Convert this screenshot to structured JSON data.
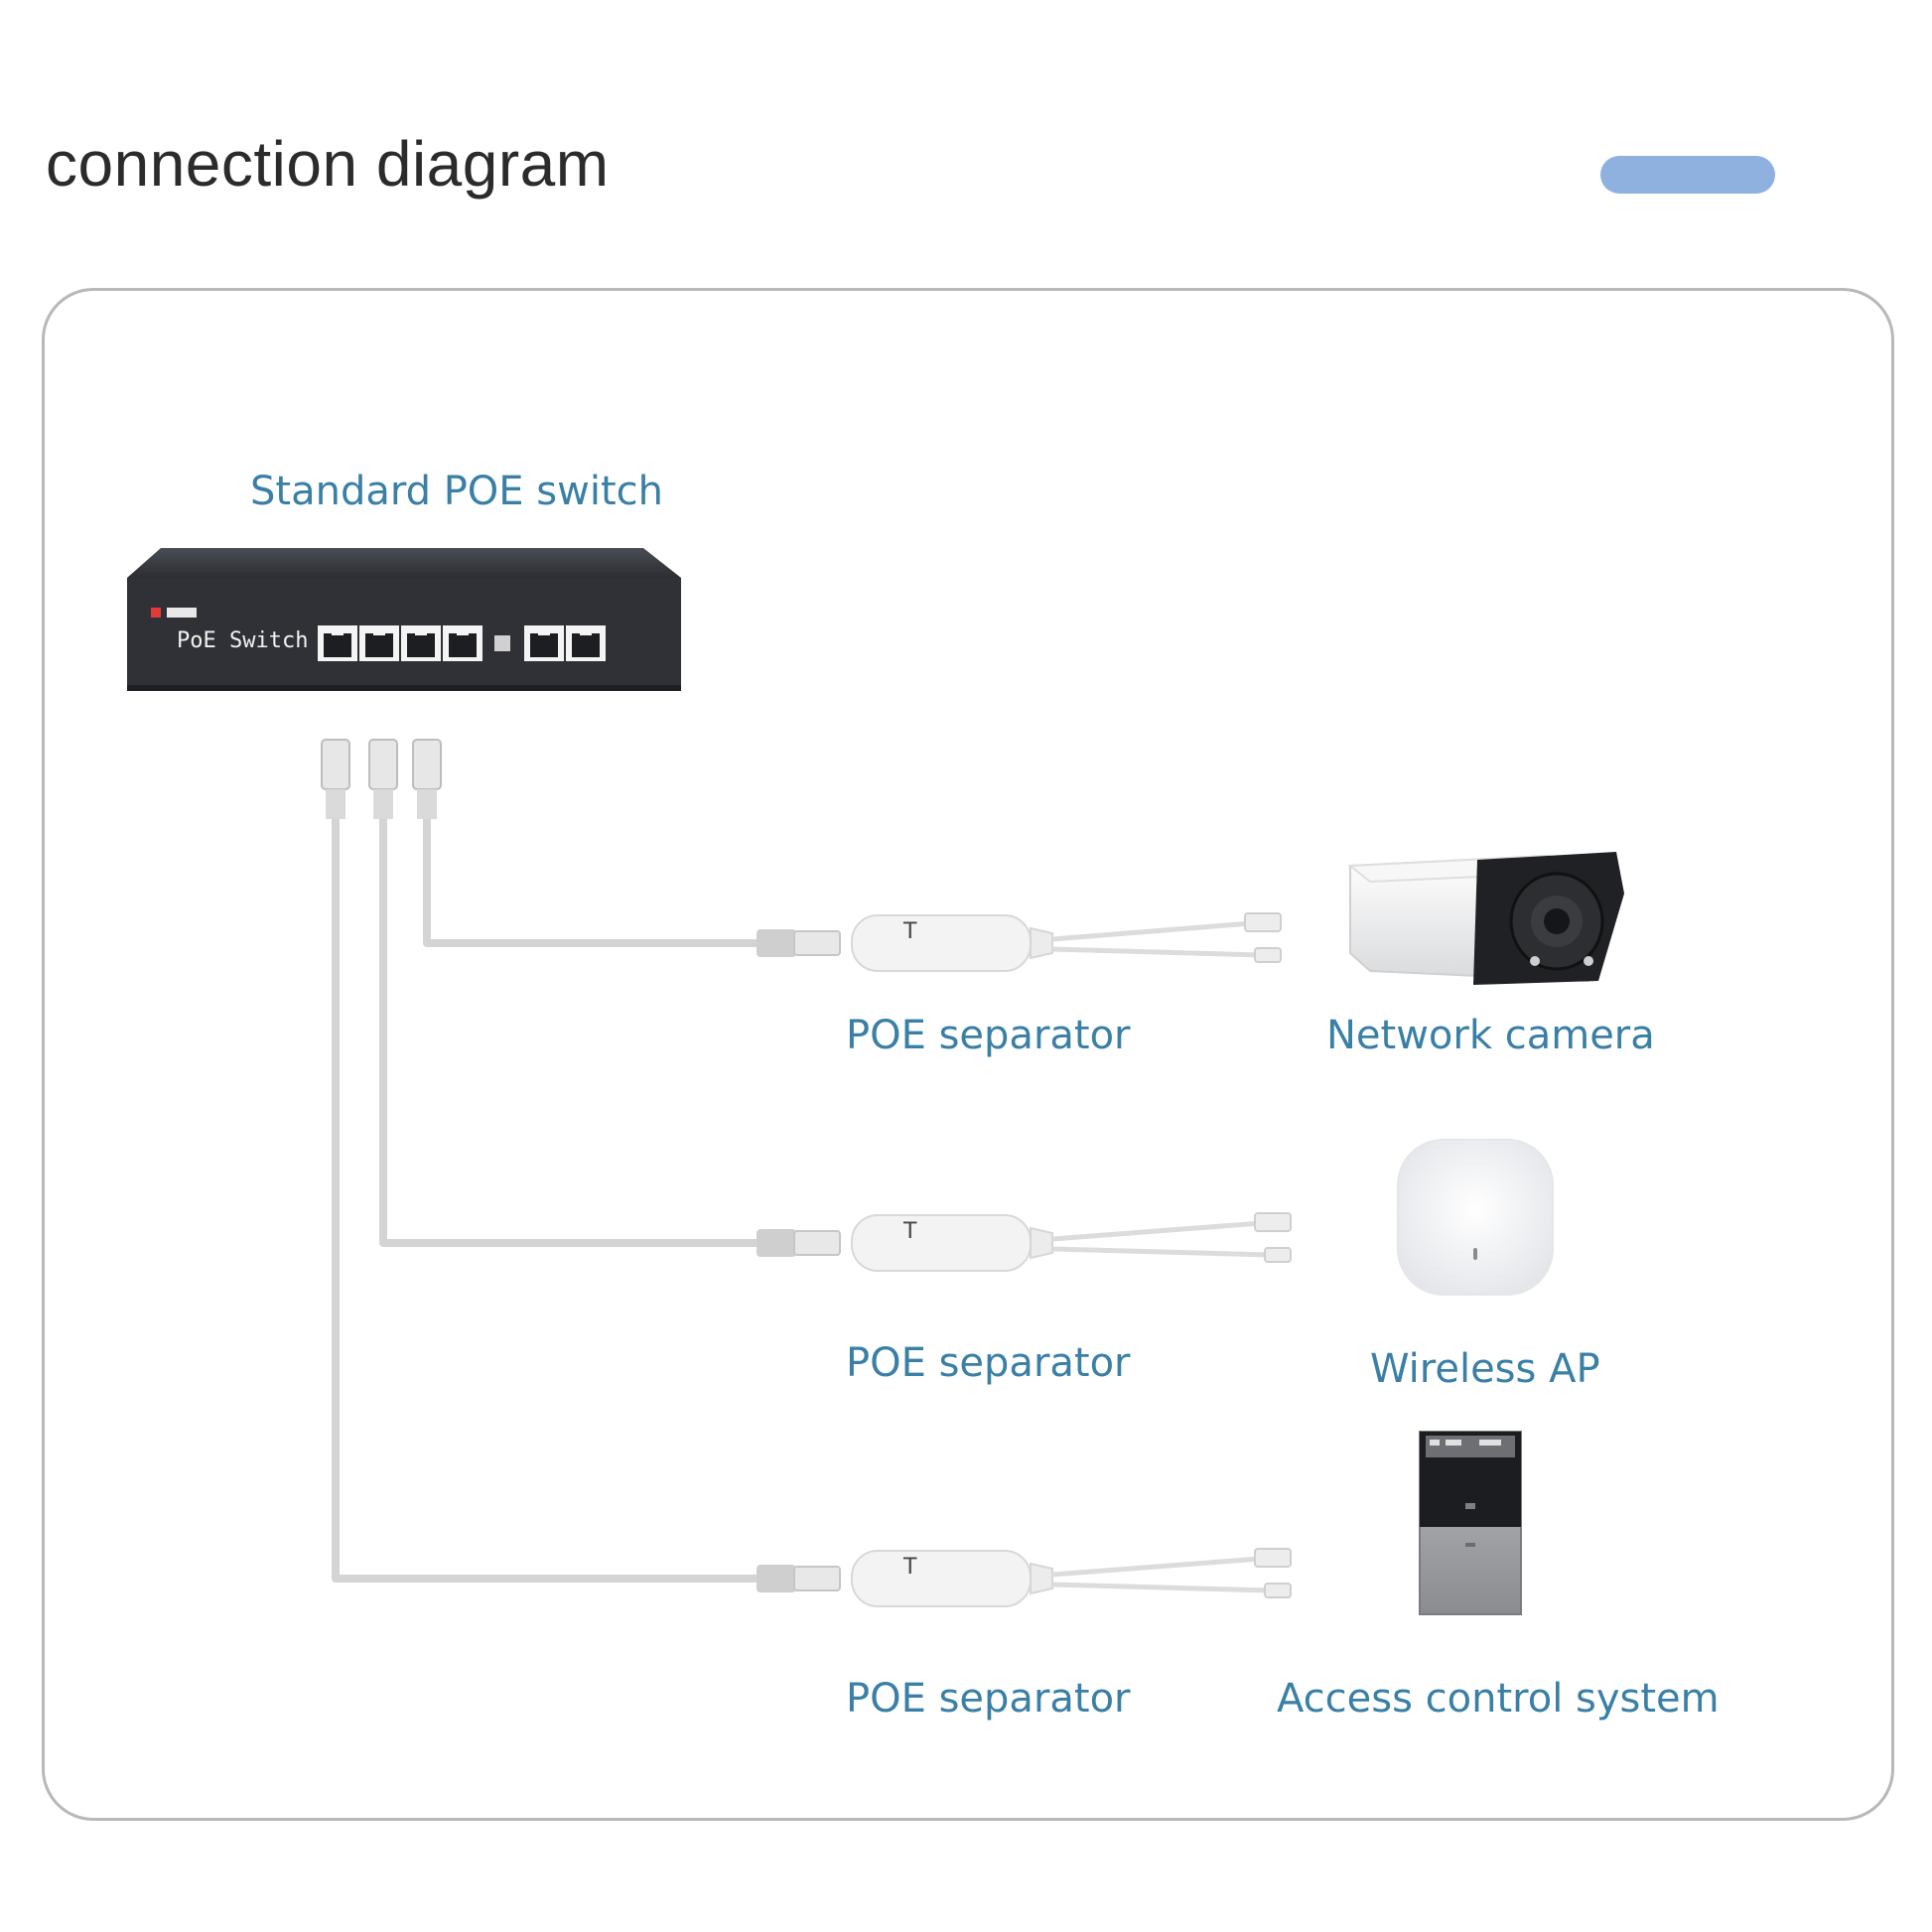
{
  "heading": "connection diagram",
  "colors": {
    "accent_bar": "#8fb1e0",
    "label": "#3a7fa6",
    "switch_body": "#2f3136",
    "cable": "#d6d6d6"
  },
  "switch": {
    "label": "Standard POE switch",
    "panel_text": "PoE Switch",
    "poe_ports": 4,
    "uplink_ports": 2
  },
  "branches": [
    {
      "separator_label": "POE separator",
      "device_label": "Network camera",
      "device_icon": "bullet-camera-icon"
    },
    {
      "separator_label": "POE separator",
      "device_label": "Wireless AP",
      "device_icon": "wireless-ap-icon"
    },
    {
      "separator_label": "POE separator",
      "device_label": "Access control system",
      "device_icon": "access-control-panel-icon"
    }
  ]
}
